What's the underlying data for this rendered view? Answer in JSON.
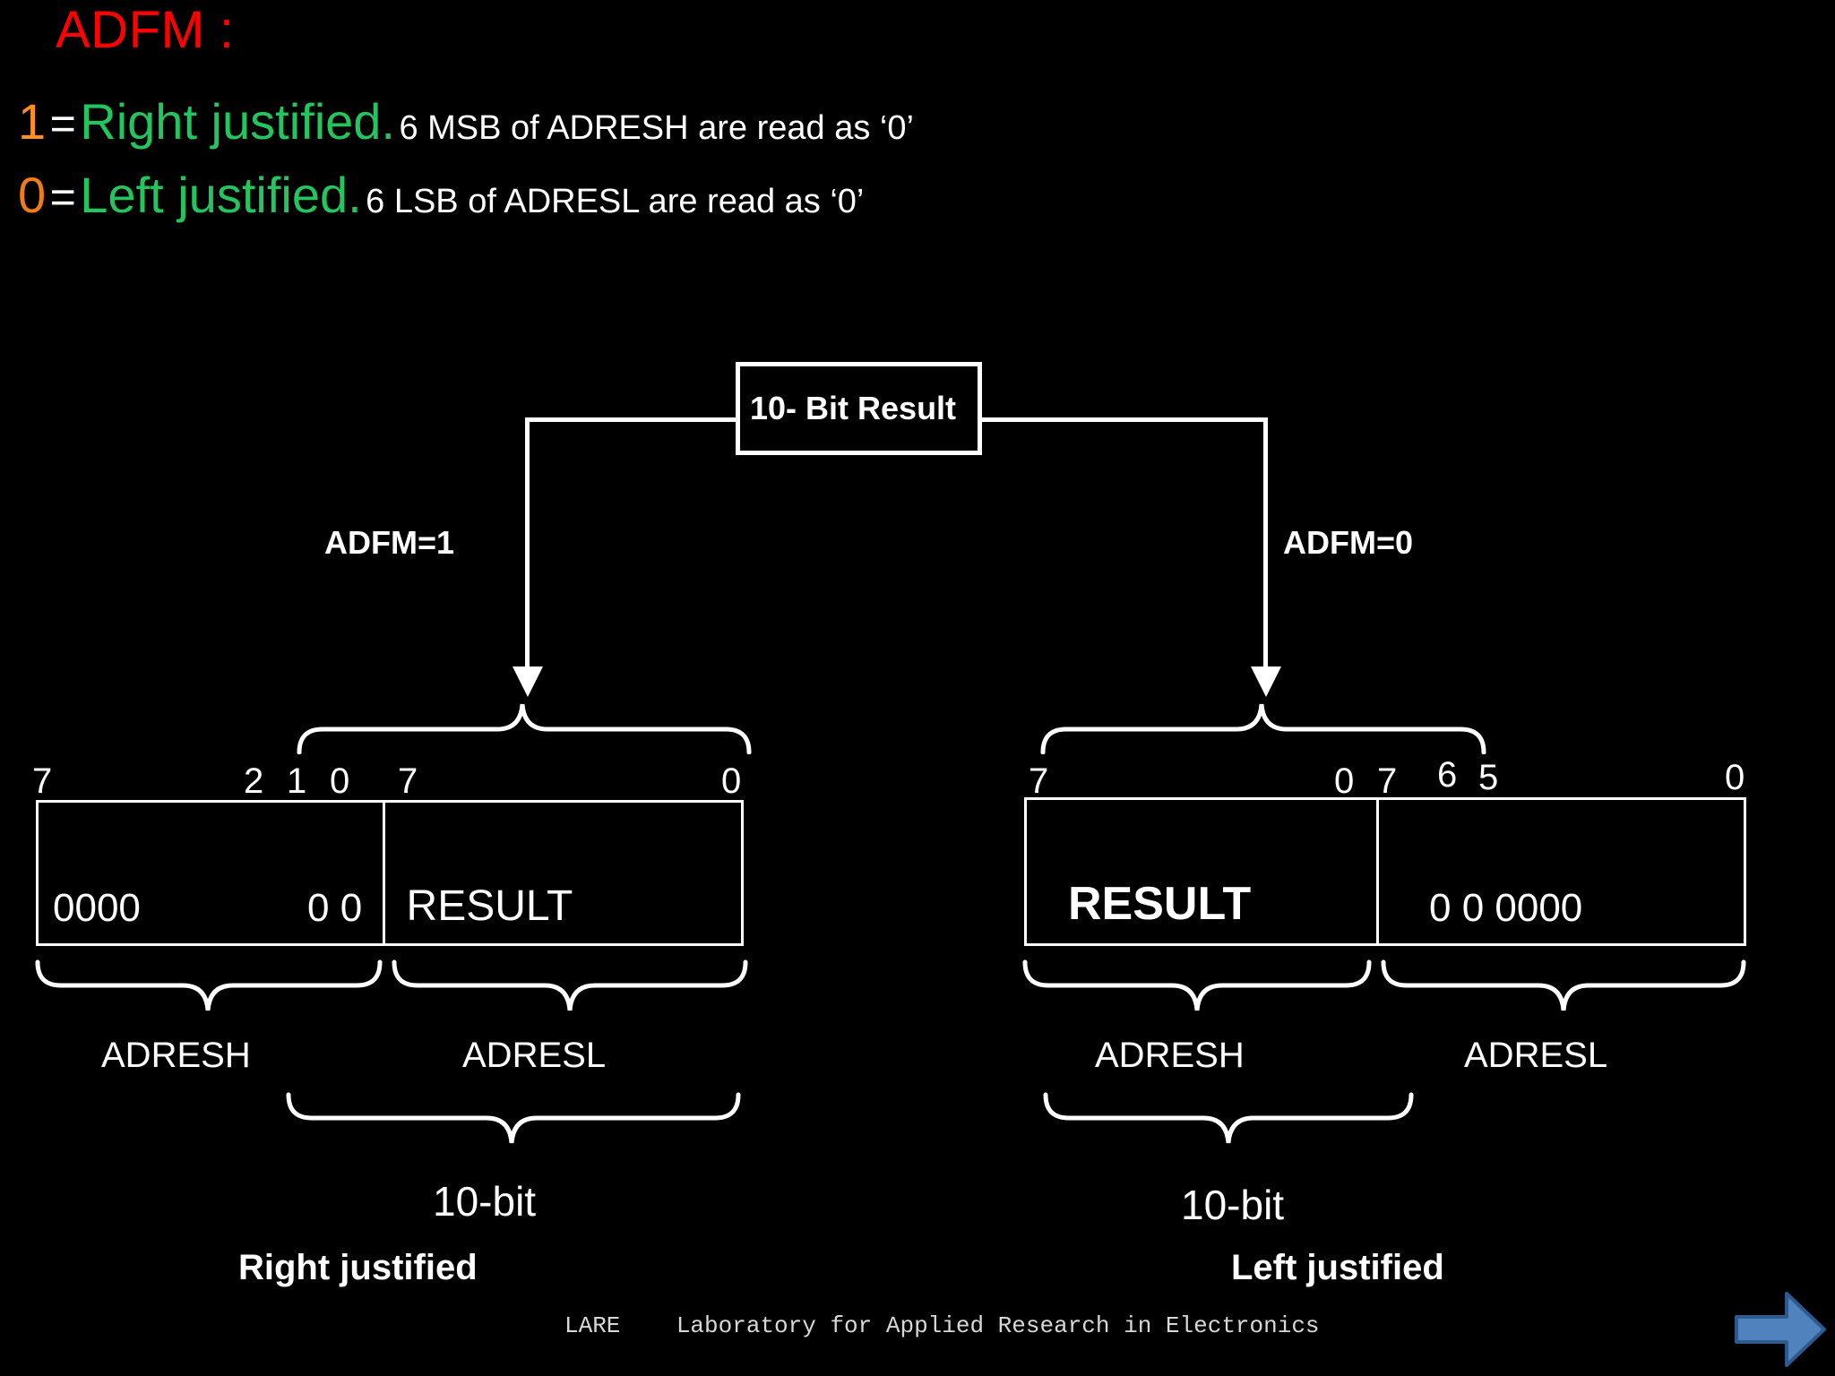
{
  "slide": {
    "title": "ADFM :",
    "title_color": "#ff0000",
    "background_color": "#000000"
  },
  "bullets": [
    {
      "value": "1",
      "value_color": "#ff8f1f",
      "equals": "=",
      "mode": "Right justified.",
      "mode_color": "#22c55e",
      "note": "6 MSB of ADRESH are read as ‘0’"
    },
    {
      "value": "0",
      "value_color": "#f07c16",
      "equals": "=",
      "mode": "Left justified.",
      "mode_color": "#22c55e",
      "note": "6 LSB of ADRESL are read as ‘0’"
    }
  ],
  "diagram": {
    "source_box_label": "10- Bit Result",
    "branch_left_label": "ADFM=1",
    "branch_right_label": "ADFM=0",
    "left": {
      "bits": {
        "high_msb": "7",
        "high_mid": "2",
        "high_b1": "1",
        "high_lsb": "0",
        "low_msb": "7",
        "low_lsb": "0"
      },
      "cells": {
        "high_pad_left": "0000",
        "high_pad_right": "0 0",
        "low_value": "RESULT"
      },
      "brace_labels": {
        "high_reg": "ADRESH",
        "low_reg": "ADRESL",
        "width": "10-bit",
        "justify": "Right justified"
      }
    },
    "right": {
      "bits": {
        "high_msb": "7",
        "high_lsb": "0",
        "low_msb": "7",
        "low_b6": "6",
        "low_b5": "5",
        "low_lsb": "0"
      },
      "cells": {
        "high_value": "RESULT",
        "low_pad": "0  0   0000"
      },
      "brace_labels": {
        "high_reg": "ADRESH",
        "low_reg": "ADRESL",
        "width": "10-bit",
        "justify": "Left justified"
      }
    }
  },
  "footer": {
    "acronym": "LARE",
    "full_name": "Laboratory for Applied Research in Electronics",
    "combined": "LARE    Laboratory for Applied Research in Electronics"
  },
  "nav": {
    "next_arrow_color": "#5082bd",
    "next_arrow_border": "#2e5a8e"
  }
}
